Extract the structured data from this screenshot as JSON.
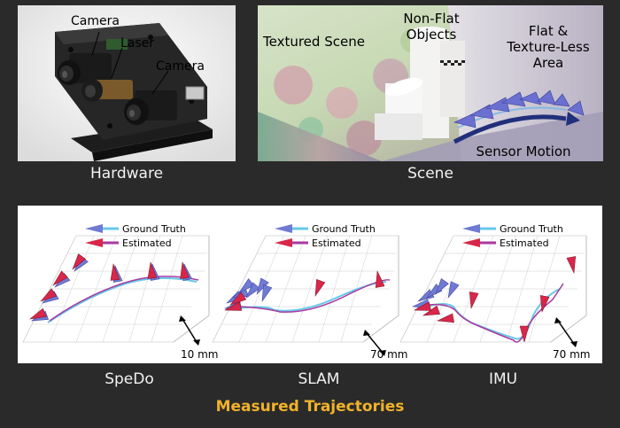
{
  "hardware": {
    "labels": {
      "camera_top": "Camera",
      "laser": "Laser",
      "camera_mid": "Camera"
    },
    "caption": "Hardware"
  },
  "scene": {
    "labels": {
      "textured": "Textured Scene",
      "nonflat_1": "Non-Flat",
      "nonflat_2": "Objects",
      "flat_1": "Flat &",
      "flat_2": "Texture-Less",
      "flat_3": "Area",
      "motion": "Sensor Motion"
    },
    "caption": "Scene"
  },
  "trajectories": {
    "legend_gt": "Ground Truth",
    "legend_est": "Estimated",
    "plots": [
      {
        "caption": "SpeDo",
        "scale": "10 mm"
      },
      {
        "caption": "SLAM",
        "scale": "70 mm"
      },
      {
        "caption": "IMU",
        "scale": "70 mm"
      }
    ]
  },
  "title": "Measured Trajectories",
  "colors": {
    "ground_truth": "#6f7ad2",
    "ground_truth_line": "#66c8e8",
    "estimated": "#d8274a",
    "estimated_line": "#a83aa0",
    "title": "#f0b22a"
  }
}
